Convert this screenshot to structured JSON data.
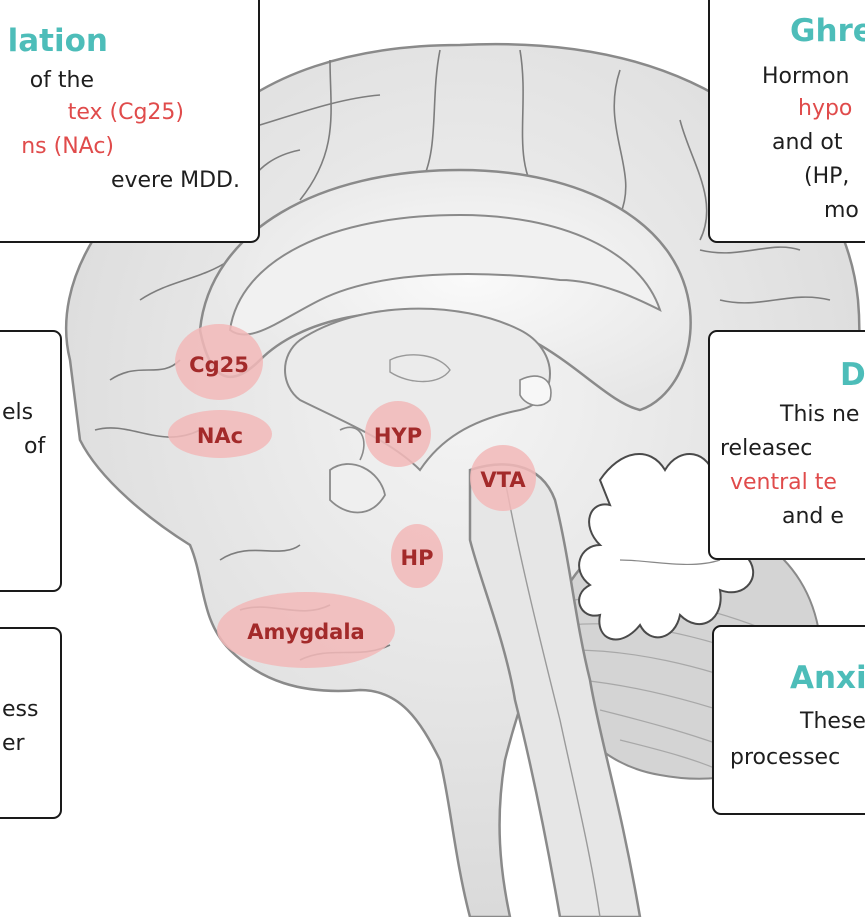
{
  "colors": {
    "title": "#4dbdb9",
    "highlight": "#e04b4b",
    "region_fill": "#f2b8b8",
    "region_text": "#a32a2a",
    "brain_fill": "#e3e3e3",
    "brain_outline": "#8a8a8a",
    "box_border": "#1a1a1a"
  },
  "boxes": {
    "top_left": {
      "title": "lation",
      "lines": [
        "of the",
        "tex (Cg25)",
        "ns (NAc)",
        "evere MDD."
      ]
    },
    "top_right": {
      "title": "Ghre",
      "lines": [
        "Hormon",
        "hypo",
        "and ot",
        "(HP,",
        "mo"
      ]
    },
    "mid_left": {
      "lines": [
        "els",
        "of"
      ]
    },
    "mid_right": {
      "title": "D",
      "lines": [
        "This ne",
        "releasec",
        "ventral te",
        "and e"
      ]
    },
    "bottom_left": {
      "lines": [
        "ess",
        "er"
      ]
    },
    "bottom_right": {
      "title": "Anxi",
      "lines": [
        "These",
        "processec"
      ]
    }
  },
  "regions": {
    "cg25": "Cg25",
    "nac": "NAc",
    "hyp": "HYP",
    "vta": "VTA",
    "hp": "HP",
    "amygdala": "Amygdala"
  },
  "icons": [
    "brain-sagittal-section",
    "cerebellum-arbor-vitae",
    "brainstem"
  ]
}
